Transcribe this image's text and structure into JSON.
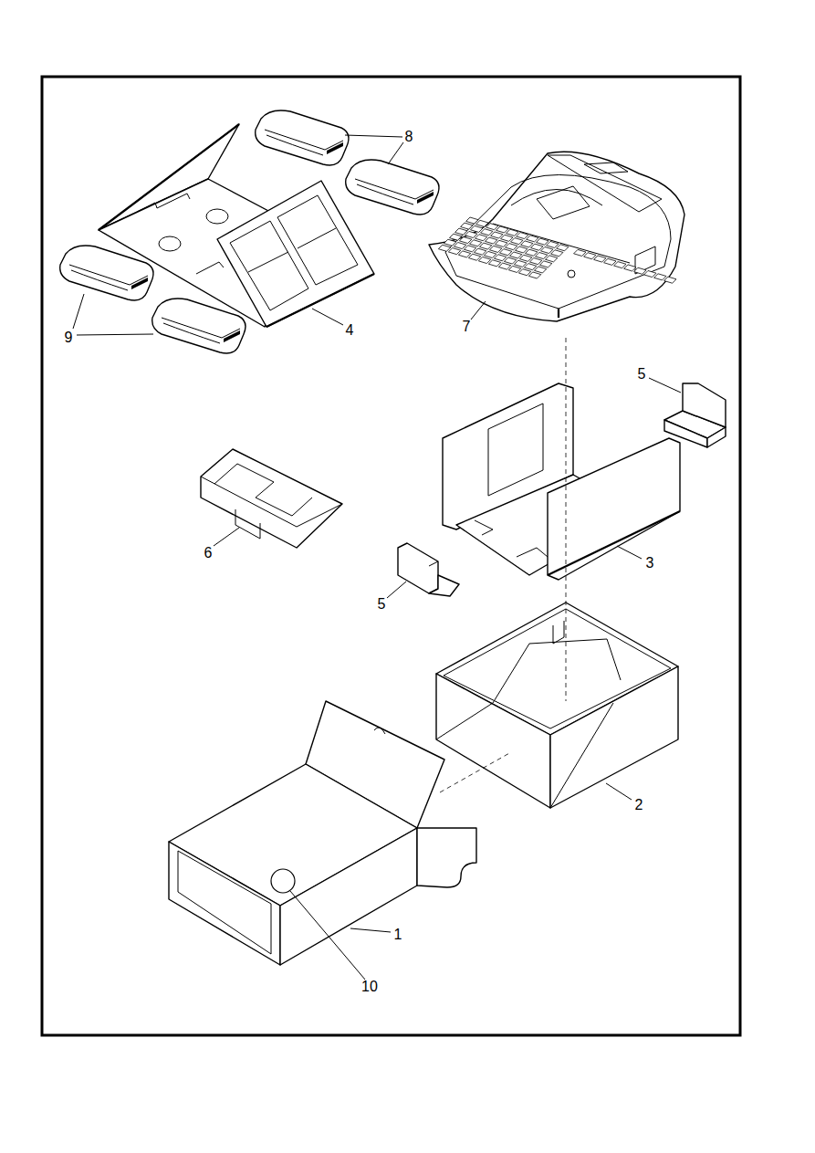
{
  "diagram": {
    "labels": [
      "8",
      "9",
      "4",
      "7",
      "5",
      "6",
      "5",
      "3",
      "2",
      "1",
      "10"
    ]
  }
}
